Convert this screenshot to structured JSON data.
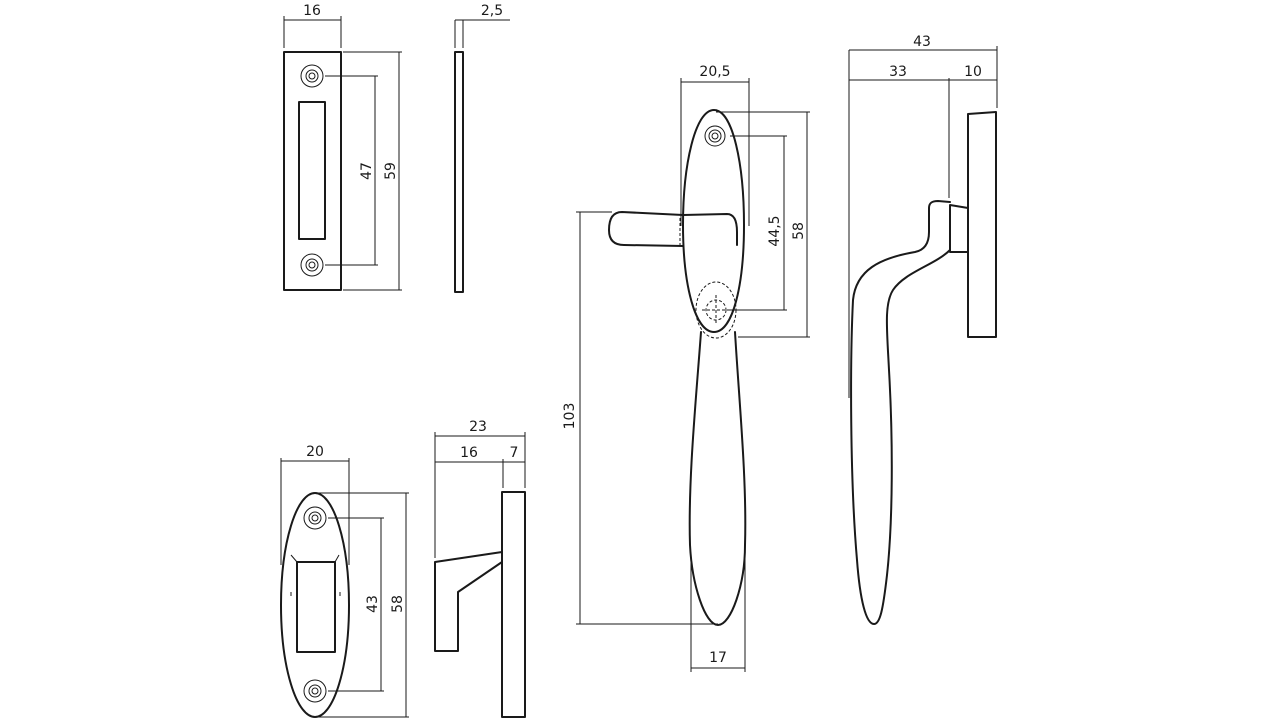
{
  "dimensions": {
    "strike_plate_width": "16",
    "strike_plate_thickness": "2,5",
    "strike_plate_hole_spacing": "47",
    "strike_plate_height": "59",
    "keeper_width": "20",
    "keeper_hole_spacing": "43",
    "keeper_height": "58",
    "keeper_depth_total": "23",
    "keeper_depth_body": "16",
    "keeper_depth_base": "7",
    "handle_rose_width": "20,5",
    "handle_hole_spacing": "44,5",
    "handle_rose_height": "58",
    "handle_length": "103",
    "handle_grip_width": "17",
    "side_depth_total": "43",
    "side_depth_lever": "33",
    "side_depth_base": "10"
  }
}
